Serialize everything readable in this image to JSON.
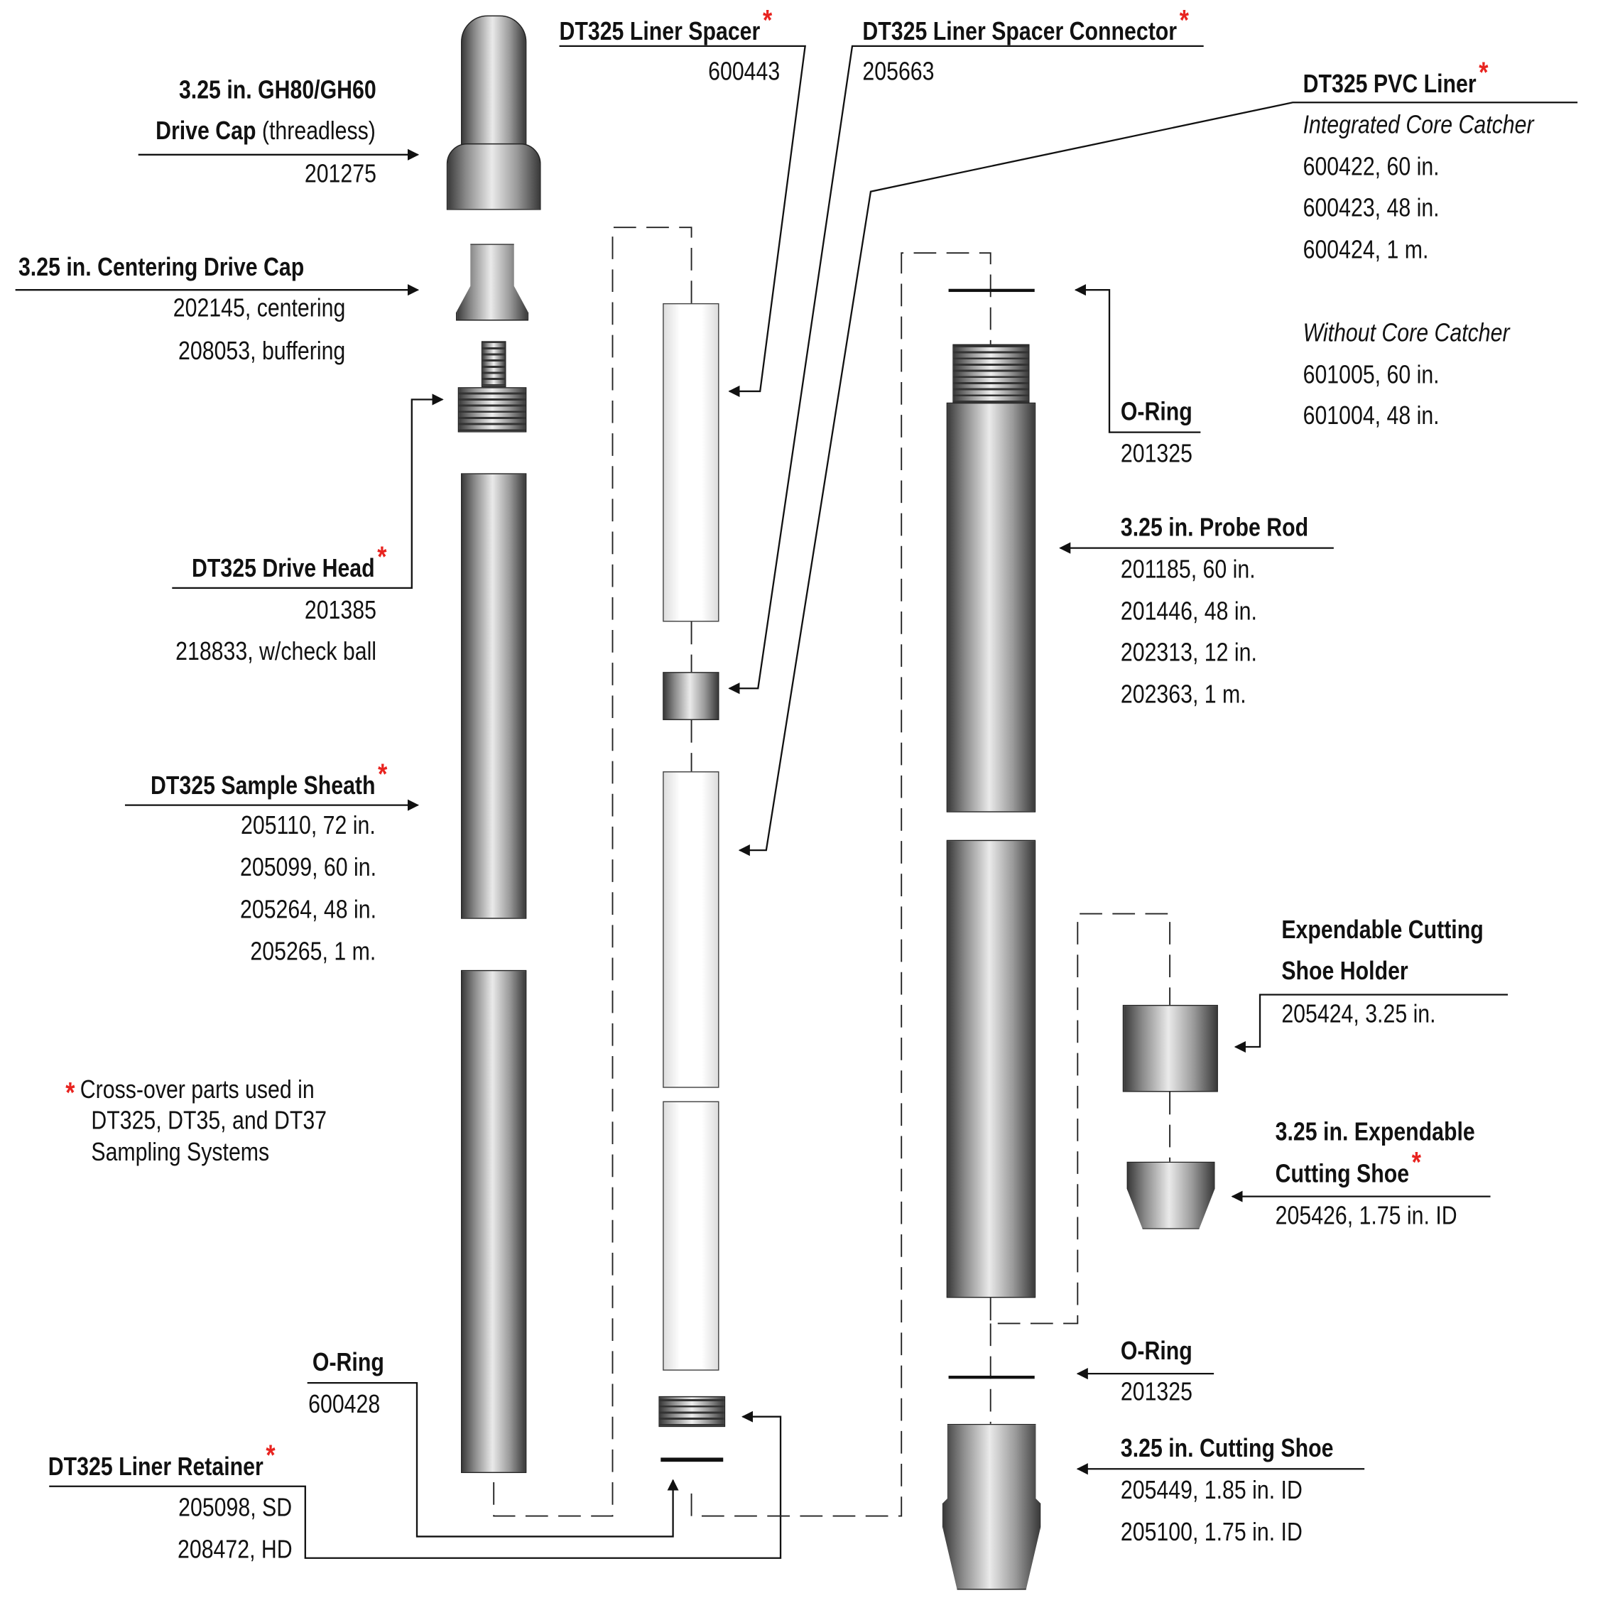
{
  "asterisk": "*",
  "drive_cap": {
    "title1": "3.25 in. GH80/GH60",
    "title2": "Drive Cap",
    "title2_note": "(threadless)",
    "parts": [
      "201275"
    ]
  },
  "centering_cap": {
    "title": "3.25 in. Centering Drive Cap",
    "parts": [
      "202145, centering",
      "208053, buffering"
    ]
  },
  "drive_head": {
    "title": "DT325 Drive Head",
    "parts": [
      "201385",
      "218833, w/check ball"
    ]
  },
  "sample_sheath": {
    "title": "DT325 Sample Sheath",
    "parts": [
      "205110, 72 in.",
      "205099, 60 in.",
      "205264, 48 in.",
      "205265, 1 m."
    ]
  },
  "note": {
    "lines": [
      "Cross-over parts used in",
      "DT325, DT35, and DT37",
      "Sampling Systems"
    ]
  },
  "oring_left": {
    "title": "O-Ring",
    "parts": [
      "600428"
    ]
  },
  "liner_retainer": {
    "title": "DT325 Liner Retainer",
    "parts": [
      "205098, SD",
      "208472, HD"
    ]
  },
  "liner_spacer": {
    "title": "DT325 Liner Spacer",
    "parts": [
      "600443"
    ]
  },
  "spacer_connector": {
    "title": "DT325 Liner Spacer Connector",
    "parts": [
      "205663"
    ]
  },
  "pvc_liner": {
    "title": "DT325 PVC Liner",
    "sub1": "Integrated Core Catcher",
    "parts1": [
      "600422, 60 in.",
      "600423, 48 in.",
      "600424, 1 m."
    ],
    "sub2": "Without Core Catcher",
    "parts2": [
      "601005, 60 in.",
      "601004, 48 in."
    ]
  },
  "oring_top": {
    "title": "O-Ring",
    "parts": [
      "201325"
    ]
  },
  "probe_rod": {
    "title": "3.25 in. Probe Rod",
    "parts": [
      "201185, 60 in.",
      "201446, 48 in.",
      "202313, 12 in.",
      "202363, 1 m."
    ]
  },
  "shoe_holder": {
    "title1": "Expendable Cutting",
    "title2": "Shoe Holder",
    "parts": [
      "205424, 3.25 in."
    ]
  },
  "exp_shoe": {
    "title1": "3.25 in. Expendable",
    "title2": "Cutting Shoe",
    "parts": [
      "205426, 1.75 in. ID"
    ]
  },
  "oring_bottom": {
    "title": "O-Ring",
    "parts": [
      "201325"
    ]
  },
  "cutting_shoe": {
    "title": "3.25 in. Cutting Shoe",
    "parts": [
      "205449, 1.85 in. ID",
      "205100, 1.75 in. ID"
    ]
  },
  "colors": {
    "asterisk": "#e8231f",
    "line": "#111111"
  }
}
